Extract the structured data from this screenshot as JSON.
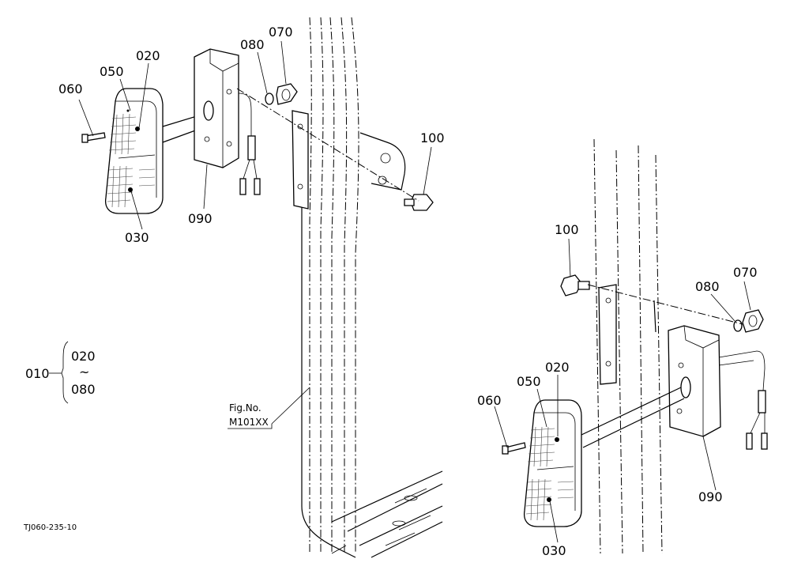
{
  "callouts": {
    "tl_060": "060",
    "tl_050": "050",
    "tl_020": "020",
    "tl_030": "030",
    "tl_090": "090",
    "tl_080": "080",
    "tl_070": "070",
    "tl_100": "100",
    "br_100": "100",
    "br_080": "080",
    "br_070": "070",
    "br_050": "050",
    "br_020": "020",
    "br_060": "060",
    "br_090": "090",
    "br_030": "030"
  },
  "assembly": {
    "parent": "010",
    "from": "020",
    "tilde": "~",
    "to": "080"
  },
  "figure_ref": {
    "line1": "Fig.No.",
    "line2": "M101XX"
  },
  "drawing_code": "TJ060-235-10"
}
